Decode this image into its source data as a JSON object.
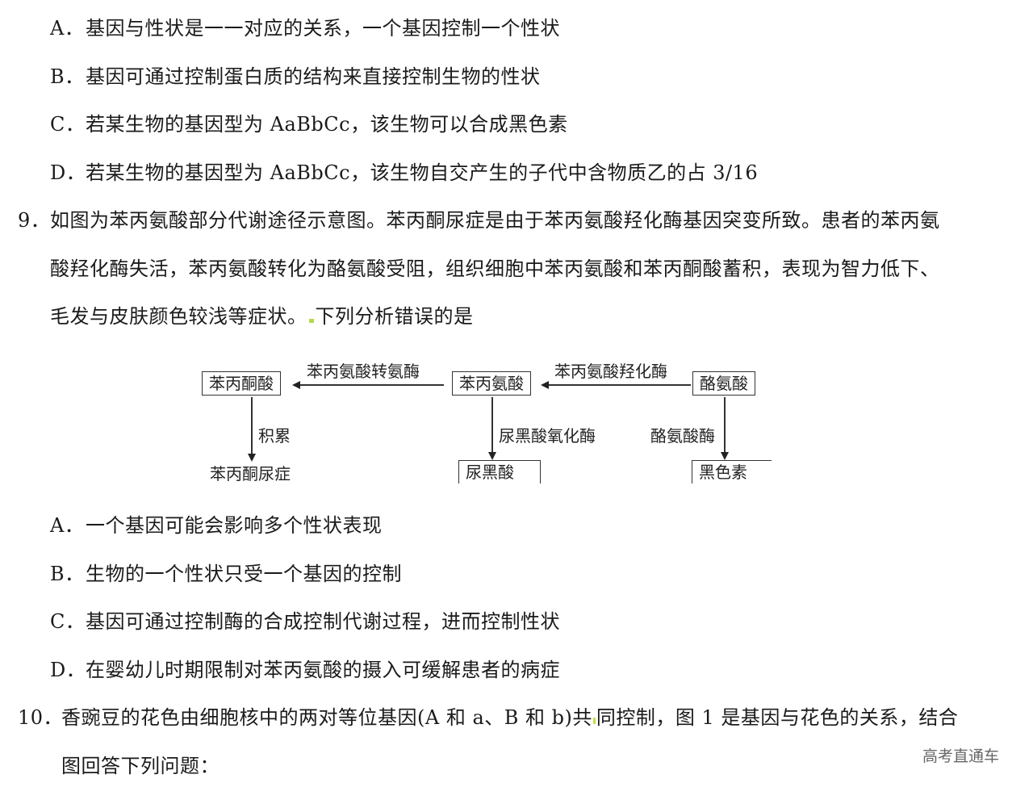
{
  "q8_options": [
    {
      "label": "A．",
      "text": "基因与性状是一一对应的关系，一个基因控制一个性状"
    },
    {
      "label": "B．",
      "text": "基因可通过控制蛋白质的结构来直接控制生物的性状"
    },
    {
      "label": "C．",
      "text": "若某生物的基因型为 AaBbCc，该生物可以合成黑色素"
    },
    {
      "label": "D．",
      "text": "若某生物的基因型为 AaBbCc，该生物自交产生的子代中含物质乙的占 3/16"
    }
  ],
  "q9": {
    "number": "9．",
    "stem_line1": "如图为苯丙氨酸部分代谢途径示意图。苯丙酮尿症是由于苯丙氨酸羟化酶基因突变所致。患者的苯丙氨",
    "stem_line2": "酸羟化酶失活，苯丙氨酸转化为酪氨酸受阻，组织细胞中苯丙氨酸和苯丙酮酸蓄积，表现为智力低下、",
    "stem_line3a": "毛发与皮肤颜色较浅等症状。",
    "stem_line3b": "下列分析错误的是",
    "diagram": {
      "nodes": {
        "phenylpyruvic_acid": "苯丙酮酸",
        "phenylalanine": "苯丙氨酸",
        "tyrosine": "酪氨酸",
        "pku": "苯丙酮尿症",
        "homogentisic_acid": "尿黑酸",
        "melanin": "黑色素"
      },
      "edges": {
        "transaminase": "苯丙氨酸转氨酶",
        "hydroxylase": "苯丙氨酸羟化酶",
        "accumulate": "积累",
        "oxidase": "尿黑酸氧化酶",
        "tyrosinase": "酪氨酸酶"
      }
    },
    "options": [
      {
        "label": "A．",
        "text": "一个基因可能会影响多个性状表现"
      },
      {
        "label": "B．",
        "text": "生物的一个性状只受一个基因的控制"
      },
      {
        "label": "C．",
        "text": "基因可通过控制酶的合成控制代谢过程，进而控制性状"
      },
      {
        "label": "D．",
        "text": "在婴幼儿时期限制对苯丙氨酸的摄入可缓解患者的病症"
      }
    ]
  },
  "q10": {
    "number": "10．",
    "stem_line1a": "香豌豆的花色由细胞核中的两对等位基因(A 和 a、B 和 b)共",
    "stem_line1b": "同控制，图 1 是基因与花色的关系，结合",
    "stem_line2": "图回答下列问题："
  },
  "watermark": "高考直通车"
}
